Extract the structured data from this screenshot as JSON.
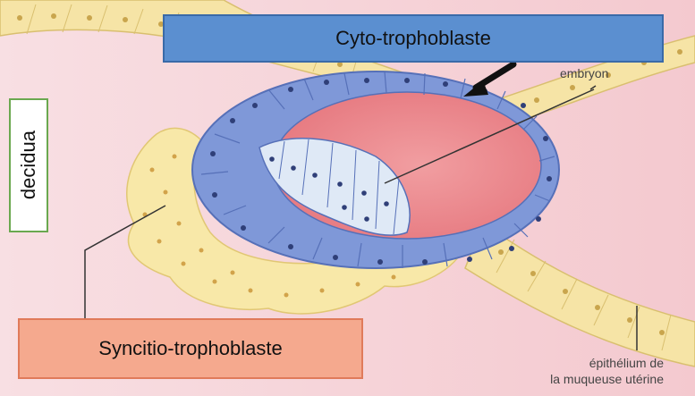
{
  "labels": {
    "cyto_trophoblaste": "Cyto-trophoblaste",
    "decidua": "decidua",
    "syncitio_trophoblaste": "Syncitio-trophoblaste",
    "embryon": "embryon",
    "epithelium_line1": "épithélium de",
    "epithelium_line2": "la muqueuse utérine"
  },
  "colors": {
    "background_pink": "#f7d6da",
    "epithelium_yellow": "#f6e4a6",
    "cytotrophoblast_blue": "#7f98d8",
    "blastocoel_red": "#ef8a8e",
    "embryo_light": "#dfe9f6",
    "syncitio_yellow": "#f8e8a8"
  }
}
